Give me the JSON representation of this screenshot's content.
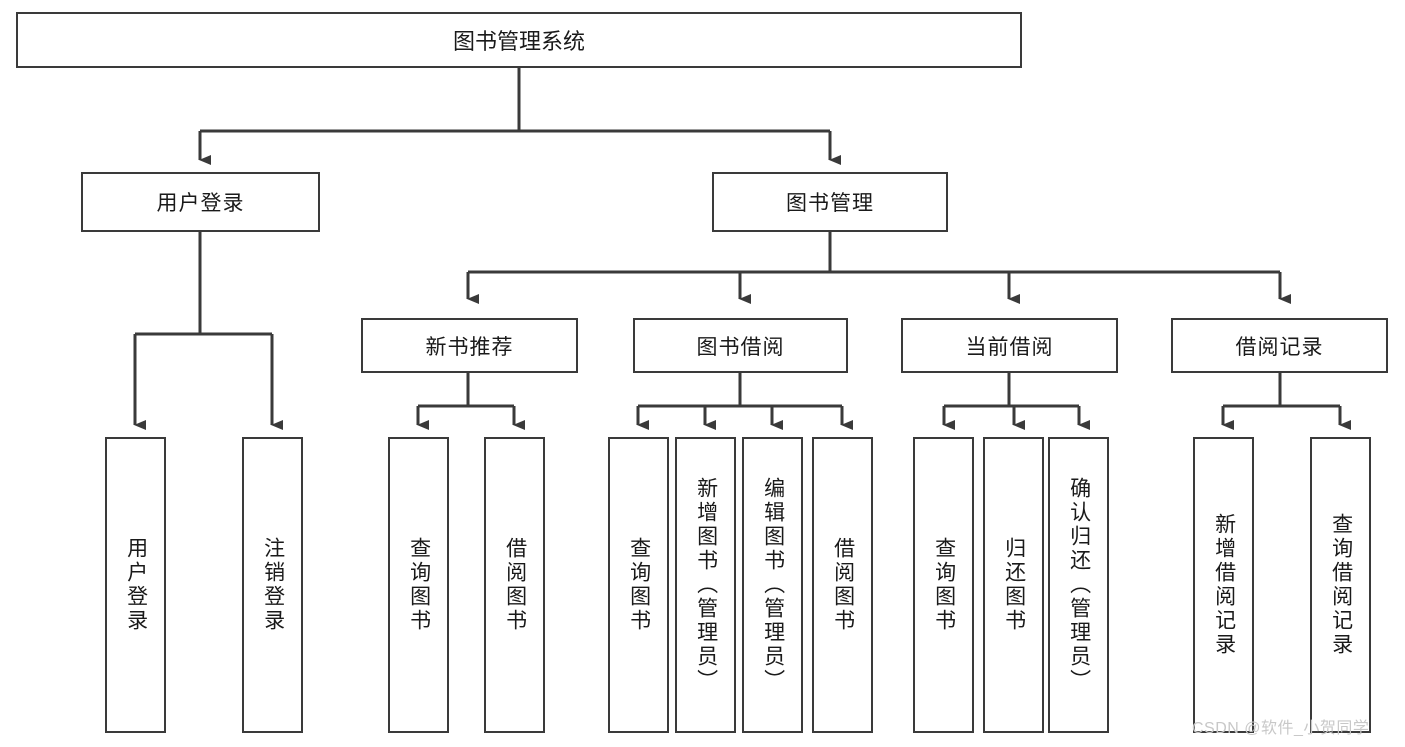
{
  "diagram": {
    "type": "tree-hierarchy",
    "title": "图书管理系统",
    "root": {
      "label": "图书管理系统"
    },
    "level2": [
      {
        "label": "用户登录"
      },
      {
        "label": "图书管理"
      }
    ],
    "level3": [
      {
        "label": "新书推荐"
      },
      {
        "label": "图书借阅"
      },
      {
        "label": "当前借阅"
      },
      {
        "label": "借阅记录"
      }
    ],
    "leaves": {
      "user_login": [
        {
          "label": "用户登录"
        },
        {
          "label": "注销登录"
        }
      ],
      "new_book_recommend": [
        {
          "label": "查询图书"
        },
        {
          "label": "借阅图书"
        }
      ],
      "book_borrow": [
        {
          "label": "查询图书"
        },
        {
          "label": "新增图书（管理员）"
        },
        {
          "label": "编辑图书（管理员）"
        },
        {
          "label": "借阅图书"
        }
      ],
      "current_borrow": [
        {
          "label": "查询图书"
        },
        {
          "label": "归还图书"
        },
        {
          "label": "确认归还（管理员）"
        }
      ],
      "borrow_record": [
        {
          "label": "新增借阅记录"
        },
        {
          "label": "查询借阅记录"
        }
      ]
    },
    "colors": {
      "stroke": "#3a3a3a",
      "text": "#1a1a1a",
      "background": "#ffffff",
      "watermark": "#c8c8c8"
    }
  },
  "watermark": {
    "text": "CSDN @软件_小贺同学"
  }
}
